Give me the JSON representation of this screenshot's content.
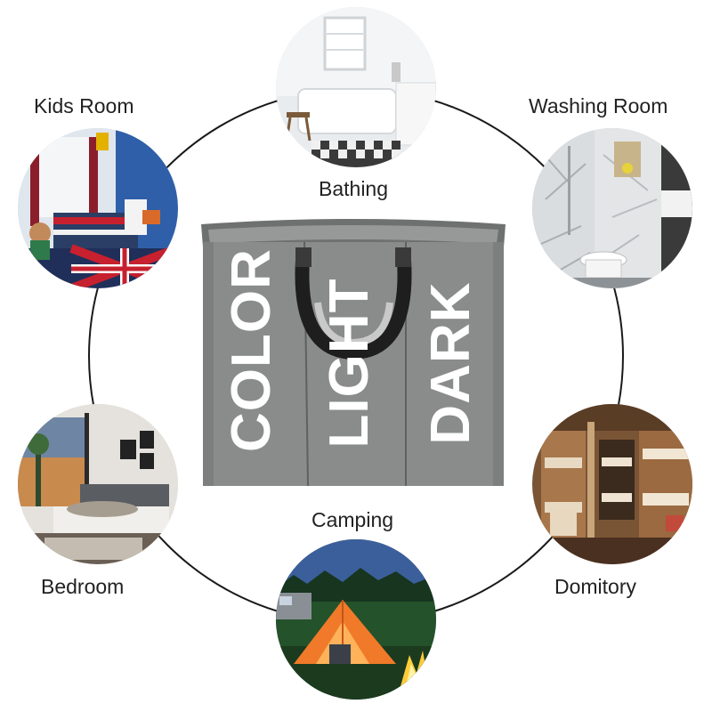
{
  "scenes": {
    "bathing": "Bathing",
    "kids_room": "Kids Room",
    "washing_room": "Washing Room",
    "bedroom": "Bedroom",
    "domitory": "Domitory",
    "camping": "Camping"
  },
  "bag": {
    "compartments": [
      "COLOR",
      "LIGHT",
      "DARK"
    ],
    "color": "#8a8c8c"
  }
}
